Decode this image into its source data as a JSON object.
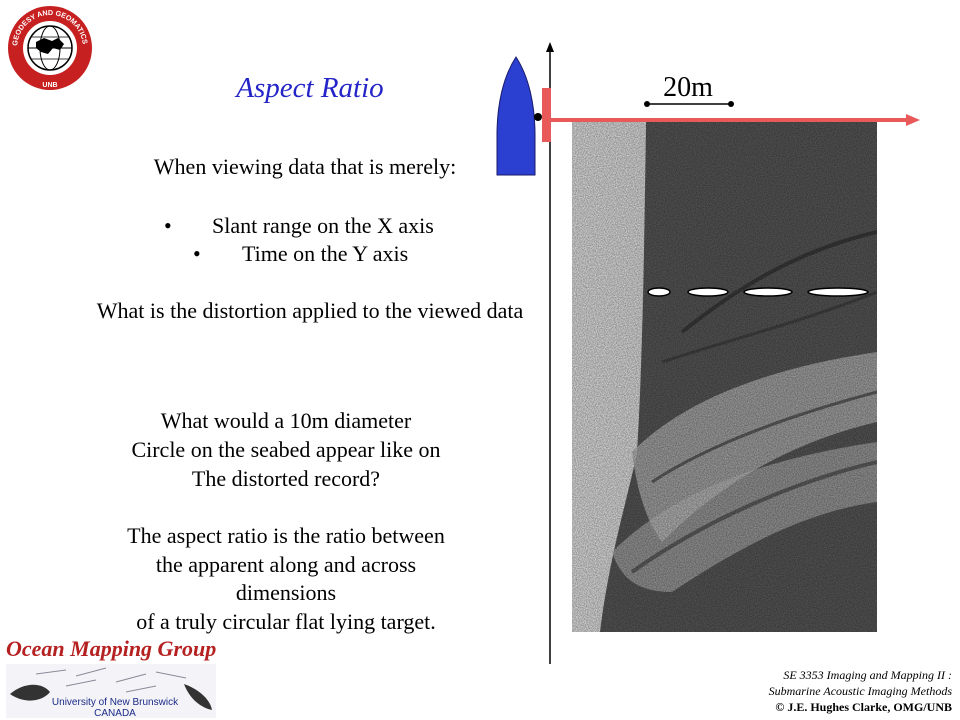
{
  "slide": {
    "title": "Aspect Ratio",
    "intro": "When viewing data that is merely:",
    "bullets": [
      "Slant range on the X axis",
      "Time on the Y axis"
    ],
    "bullet_char": "•",
    "question1": "What is the distortion applied to the viewed data",
    "question2_lines": [
      "What would a 10m diameter",
      "Circle on the seabed appear like on",
      "The distorted record?"
    ],
    "definition_lines": [
      "The aspect ratio is the ratio between",
      "the apparent along and across",
      "dimensions",
      "of a truly circular flat lying target."
    ]
  },
  "figure": {
    "scale_label": "20m"
  },
  "logo": {
    "ring_text": "GEODESY AND GEOMATICS ENGINEERING",
    "ring_bottom": "UNB"
  },
  "footer": {
    "group_name": "Ocean Mapping Group",
    "university": "University of New Brunswick",
    "country": "CANADA",
    "course_line1": "SE 3353 Imaging and Mapping II :",
    "course_line2": "Submarine Acoustic Imaging Methods",
    "copyright": "© J.E. Hughes Clarke, OMG/UNB"
  },
  "colors": {
    "title": "#2424c8",
    "ship": "#2b3fd0",
    "arrow": "#e85a5a",
    "omg_red": "#b52020",
    "logo_red": "#c62020"
  }
}
